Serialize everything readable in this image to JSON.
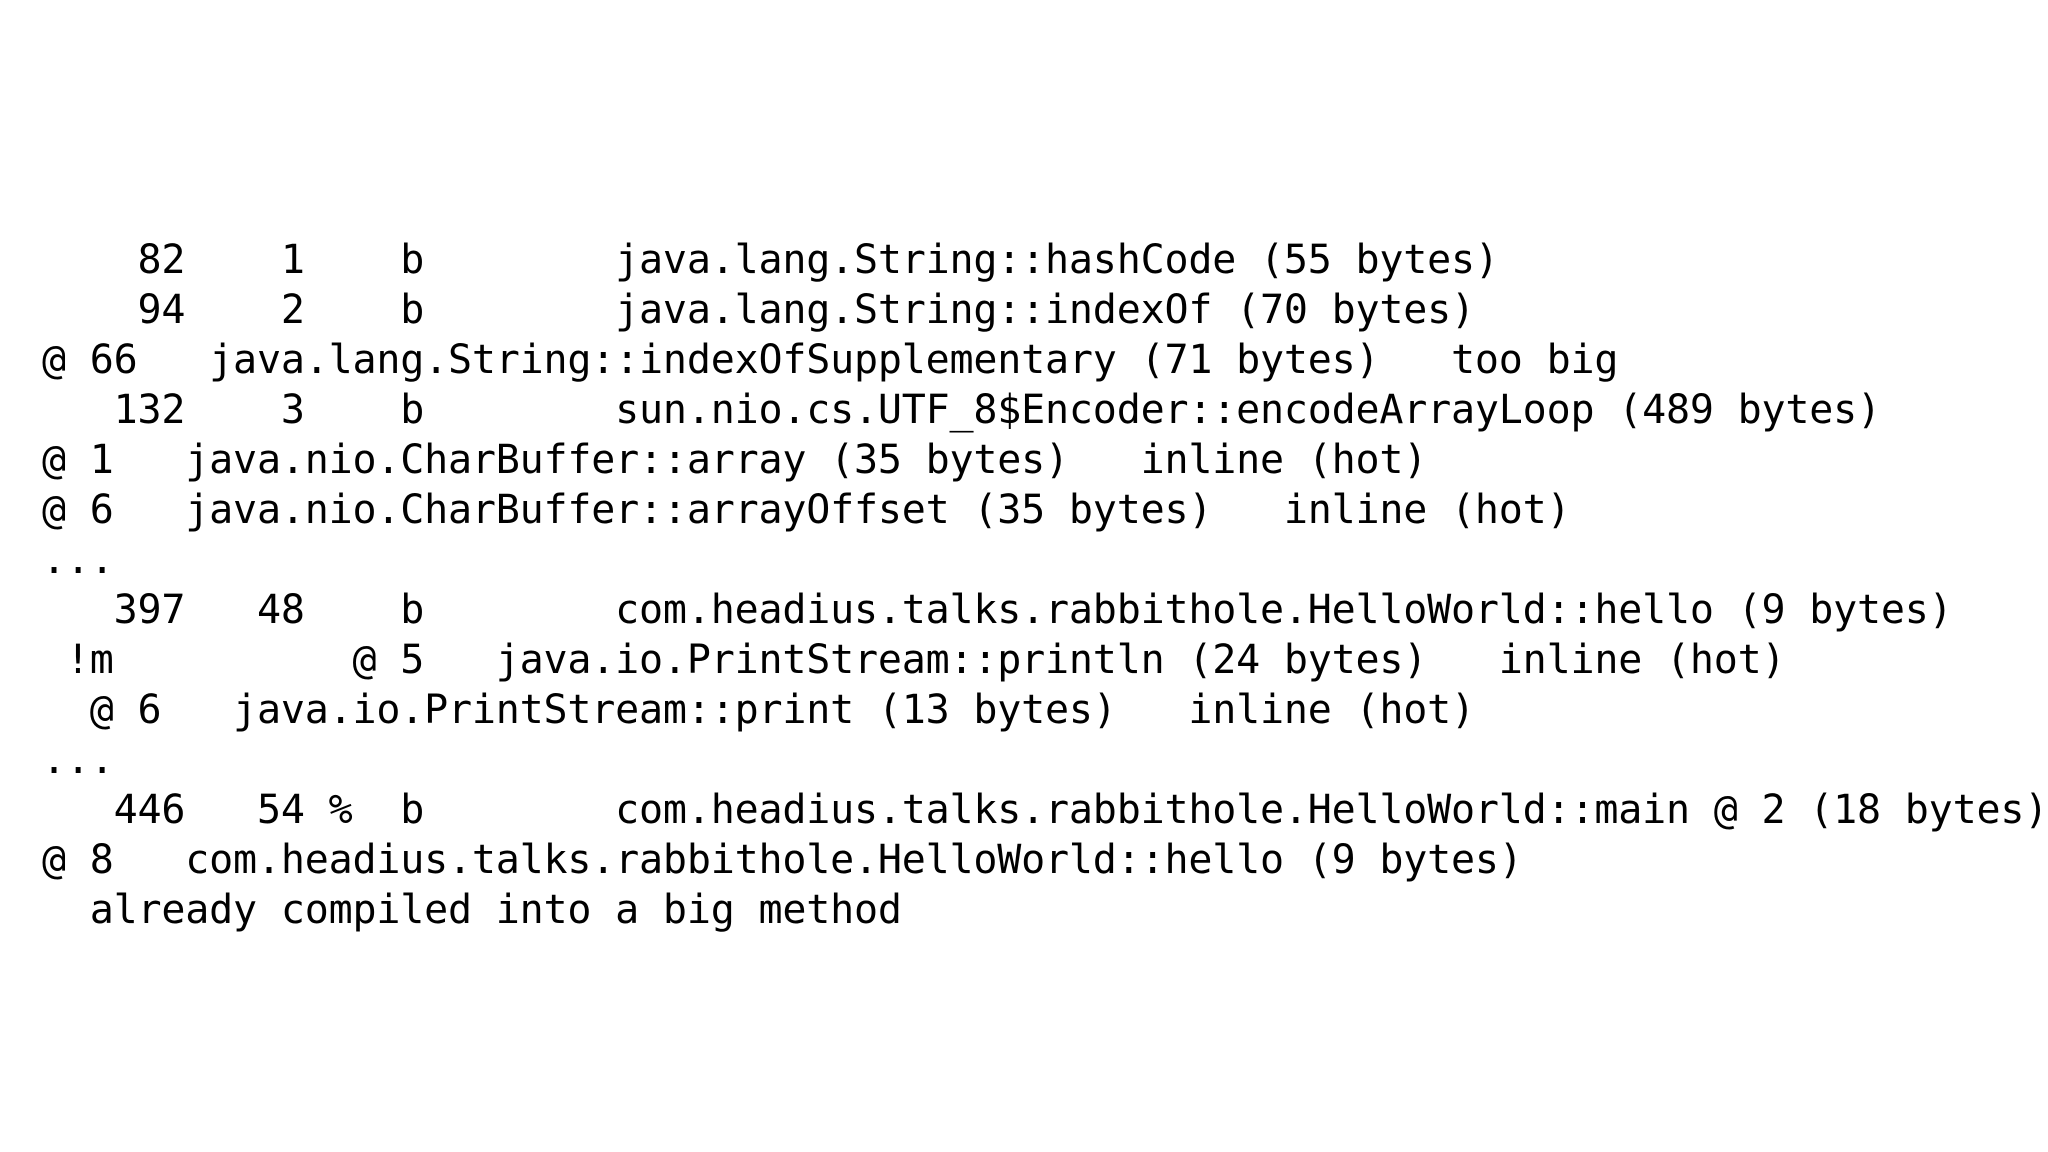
{
  "document": {
    "kind": "console-log",
    "source_tool": "HotSpot PrintCompilation / PrintInlining",
    "background_color": "#ffffff",
    "text_color": "#000000"
  },
  "log": {
    "lines": [
      {
        "id": "line-1",
        "text": "    82    1    b        java.lang.String::hashCode (55 bytes)",
        "kind": "compilation",
        "compile_id": "82",
        "level": "1",
        "flags": "b",
        "method": "java.lang.String::hashCode",
        "size": "55 bytes"
      },
      {
        "id": "line-2",
        "text": "    94    2    b        java.lang.String::indexOf (70 bytes)",
        "kind": "compilation",
        "compile_id": "94",
        "level": "2",
        "flags": "b",
        "method": "java.lang.String::indexOf",
        "size": "70 bytes"
      },
      {
        "id": "line-3",
        "text": "@ 66   java.lang.String::indexOfSupplementary (71 bytes)   too big",
        "kind": "inline-decision",
        "bci": "@ 66",
        "method": "java.lang.String::indexOfSupplementary",
        "size": "71 bytes",
        "decision": "too big"
      },
      {
        "id": "line-4",
        "text": "   132    3    b        sun.nio.cs.UTF_8$Encoder::encodeArrayLoop (489 bytes)",
        "kind": "compilation",
        "compile_id": "132",
        "level": "3",
        "flags": "b",
        "method": "sun.nio.cs.UTF_8$Encoder::encodeArrayLoop",
        "size": "489 bytes"
      },
      {
        "id": "line-5",
        "text": "@ 1   java.nio.CharBuffer::array (35 bytes)   inline (hot)",
        "kind": "inline-decision",
        "bci": "@ 1",
        "method": "java.nio.CharBuffer::array",
        "size": "35 bytes",
        "decision": "inline (hot)"
      },
      {
        "id": "line-6",
        "text": "@ 6   java.nio.CharBuffer::arrayOffset (35 bytes)   inline (hot)",
        "kind": "inline-decision",
        "bci": "@ 6",
        "method": "java.nio.CharBuffer::arrayOffset",
        "size": "35 bytes",
        "decision": "inline (hot)"
      },
      {
        "id": "line-7",
        "text": "...",
        "kind": "elision"
      },
      {
        "id": "line-8",
        "text": "   397   48    b        com.headius.talks.rabbithole.HelloWorld::hello (9 bytes)",
        "kind": "compilation",
        "compile_id": "397",
        "level": "48",
        "flags": "b",
        "method": "com.headius.talks.rabbithole.HelloWorld::hello",
        "size": "9 bytes"
      },
      {
        "id": "line-9",
        "text": " !m          @ 5   java.io.PrintStream::println (24 bytes)   inline (hot)",
        "kind": "inline-decision",
        "flags": "!m",
        "bci": "@ 5",
        "method": "java.io.PrintStream::println",
        "size": "24 bytes",
        "decision": "inline (hot)"
      },
      {
        "id": "line-10",
        "text": "  @ 6   java.io.PrintStream::print (13 bytes)   inline (hot)",
        "kind": "inline-decision",
        "bci": "@ 6",
        "method": "java.io.PrintStream::print",
        "size": "13 bytes",
        "decision": "inline (hot)"
      },
      {
        "id": "line-11",
        "text": "...",
        "kind": "elision"
      },
      {
        "id": "line-12",
        "text": "   446   54 %  b        com.headius.talks.rabbithole.HelloWorld::main @ 2 (18 bytes)",
        "kind": "compilation",
        "compile_id": "446",
        "level": "54",
        "flags": "%  b",
        "method": "com.headius.talks.rabbithole.HelloWorld::main",
        "bci": "@ 2",
        "size": "18 bytes"
      },
      {
        "id": "line-13",
        "text": "@ 8   com.headius.talks.rabbithole.HelloWorld::hello (9 bytes)",
        "kind": "inline-decision",
        "bci": "@ 8",
        "method": "com.headius.talks.rabbithole.HelloWorld::hello",
        "size": "9 bytes"
      },
      {
        "id": "line-14",
        "text": "  already compiled into a big method",
        "kind": "inline-reason",
        "decision": "already compiled into a big method"
      }
    ]
  }
}
